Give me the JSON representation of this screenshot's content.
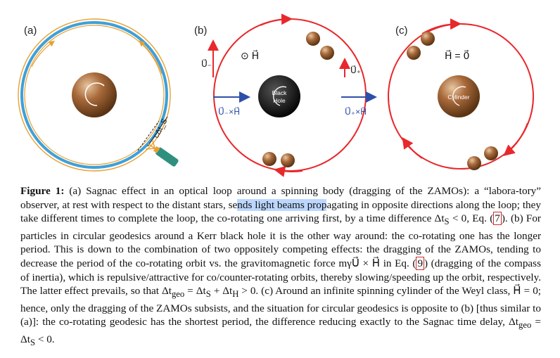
{
  "figure": {
    "panel_a_label": "(a)",
    "panel_b_label": "(b)",
    "panel_c_label": "(c)",
    "panel_a": {
      "delta_label": "cΔt_S"
    },
    "panel_b": {
      "h_label": "⊙ H⃗",
      "u_minus": "U⃗₋",
      "u_plus": "U⃗₊",
      "force_left": "U⃗₋×H⃗",
      "force_right": "U⃗₊×H⃗",
      "black_hole_line1": "Black",
      "black_hole_line2": "Hole"
    },
    "panel_c": {
      "h_zero": "H⃗ = 0⃗",
      "cylinder": "Cylinder"
    },
    "colors": {
      "red_loop": "#e8282c",
      "blue_arrow": "#2e4fa8",
      "orange_loop": "#e8a030",
      "blue_loop": "#3fa0d8",
      "sphere": "#a8693a",
      "highlight": "#bcd7ff"
    }
  },
  "caption": {
    "label": "Figure 1:",
    "s1": "(a) Sagnac effect in an optical loop around a spinning body (dragging of the ZAMOs): a “labora-tory” observer, at rest with respect to the distant stars, se",
    "s1_highlight": "nds light beams prop",
    "s2": "agating in opposite directions along the loop; they take different times to complete the loop, the co-rotating one arriving first, by a time difference Δt",
    "s2_sub": "S",
    "s3": " < 0, Eq. ",
    "ref1": "7",
    "s4": ". (b) For particles in circular geodesics around a Kerr black hole it is the other way around: the co-rotating one has the longer period. This is down to the combination of two oppositely competing effects: the dragging of the ZAMOs, tending to decrease the period of the co-rotating orbit vs. the gravitomagnetic force mγU⃗ × H⃗ in Eq. ",
    "ref2": "9",
    "s5": " (dragging of the compass of inertia), which is repulsive/attractive for co/counter-rotating orbits, thereby slowing/speeding up the orbit, respectively. The latter effect prevails, so that Δt",
    "sub_geo": "geo",
    "s6": " = Δt",
    "sub_S": "S",
    "s7": " + Δt",
    "sub_H": "H",
    "s8": " > 0. (c) Around an infinite spinning cylinder of the Weyl class, H⃗ = 0; hence, only the dragging of the ZAMOs subsists, and the situation for circular geodesics is opposite to (b) [thus similar to (a)]: the co-rotating geodesic has the shortest period, the difference reducing exactly to the Sagnac time delay, Δt",
    "sub_geo2": "geo",
    "s9": " = Δt",
    "sub_S2": "S",
    "s10": " < 0."
  }
}
